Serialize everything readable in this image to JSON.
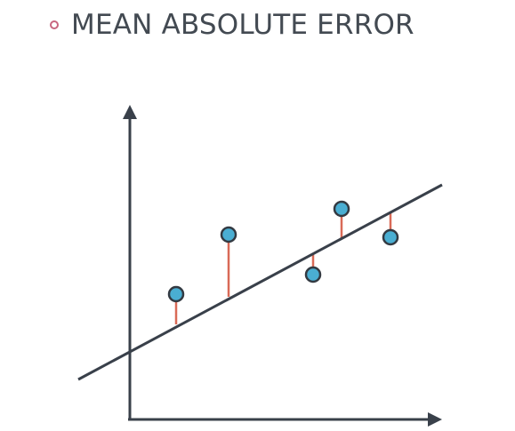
{
  "slide": {
    "title": "MEAN ABSOLUTE ERROR"
  },
  "icons": {
    "bullet": "hollow-circle-bullet"
  },
  "colors": {
    "axis": "#39404a",
    "regression_line": "#39404a",
    "point_fill": "#4aaed2",
    "point_stroke": "#333a42",
    "residual": "#d96a57",
    "bullet": "#c8667f",
    "title": "#434a52"
  },
  "diagram": {
    "description_type": "regression-residuals",
    "num_points": 5,
    "points_above_line": 3,
    "points_below_line": 2
  }
}
